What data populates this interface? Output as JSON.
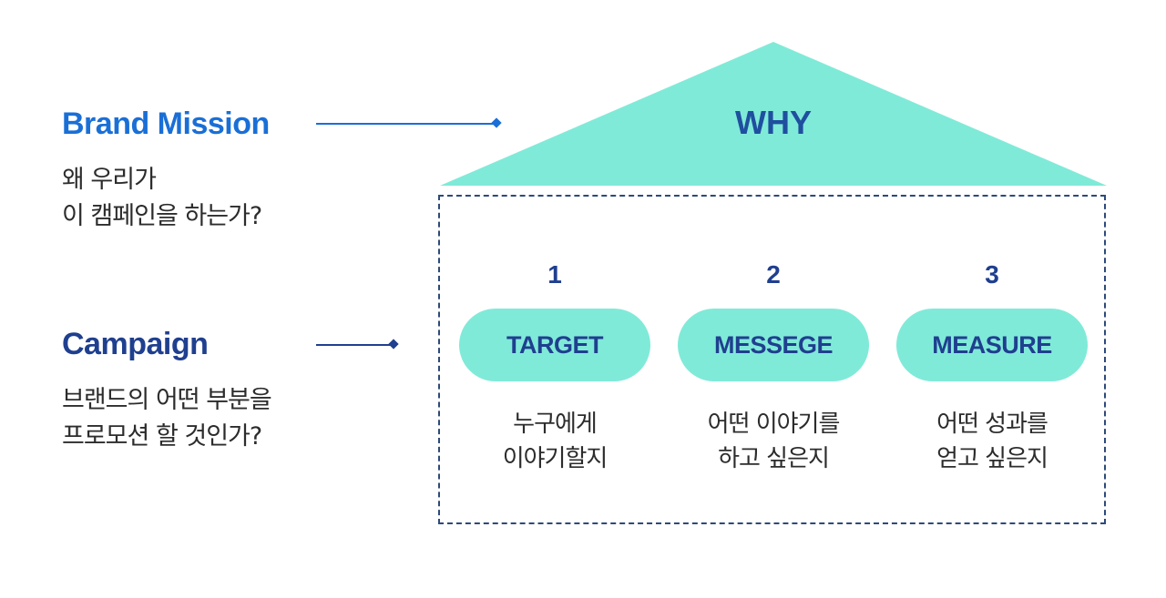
{
  "colors": {
    "mission_blue": "#1a6fd6",
    "navy": "#1f3f8f",
    "mint": "#80ead8",
    "text": "#2c2c2c"
  },
  "brand_mission": {
    "title": "Brand Mission",
    "lines": [
      "왜 우리가",
      "이 캠페인을 하는가?"
    ]
  },
  "campaign": {
    "title": "Campaign",
    "lines": [
      "브랜드의 어떤 부분을",
      "프로모션 할 것인가?"
    ]
  },
  "why": {
    "label": "WHY"
  },
  "columns": [
    {
      "number": "1",
      "label": "TARGET",
      "lines": [
        "누구에게",
        "이야기할지"
      ]
    },
    {
      "number": "2",
      "label": "MESSEGE",
      "lines": [
        "어떤 이야기를",
        "하고 싶은지"
      ]
    },
    {
      "number": "3",
      "label": "MEASURE",
      "lines": [
        "어떤 성과를",
        "얻고 싶은지"
      ]
    }
  ]
}
